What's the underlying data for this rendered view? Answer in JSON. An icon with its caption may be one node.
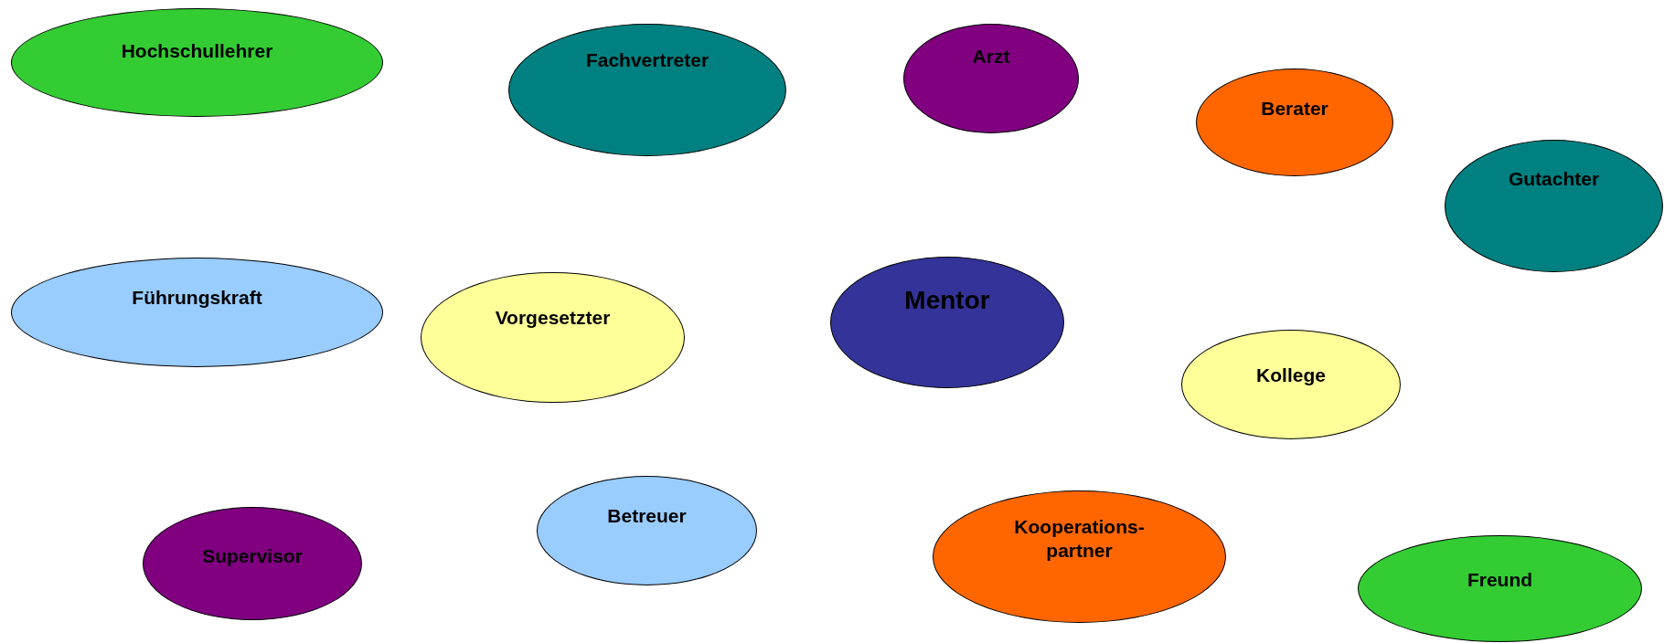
{
  "diagram": {
    "nodes": [
      {
        "text": [
          "Hochschullehrer"
        ]
      },
      {
        "text": [
          "Fachvertreter"
        ]
      },
      {
        "text": [
          "Arzt"
        ]
      },
      {
        "text": [
          "Berater"
        ]
      },
      {
        "text": [
          "Gutachter"
        ]
      },
      {
        "text": [
          "Führungskraft"
        ]
      },
      {
        "text": [
          "Vorgesetzter"
        ]
      },
      {
        "text": [
          "Mentor"
        ]
      },
      {
        "text": [
          "Kollege"
        ]
      },
      {
        "text": [
          "Supervisor"
        ]
      },
      {
        "text": [
          "Betreuer"
        ]
      },
      {
        "text": [
          "Kooperations- partner"
        ]
      },
      {
        "text": [
          "Freund"
        ]
      }
    ]
  }
}
